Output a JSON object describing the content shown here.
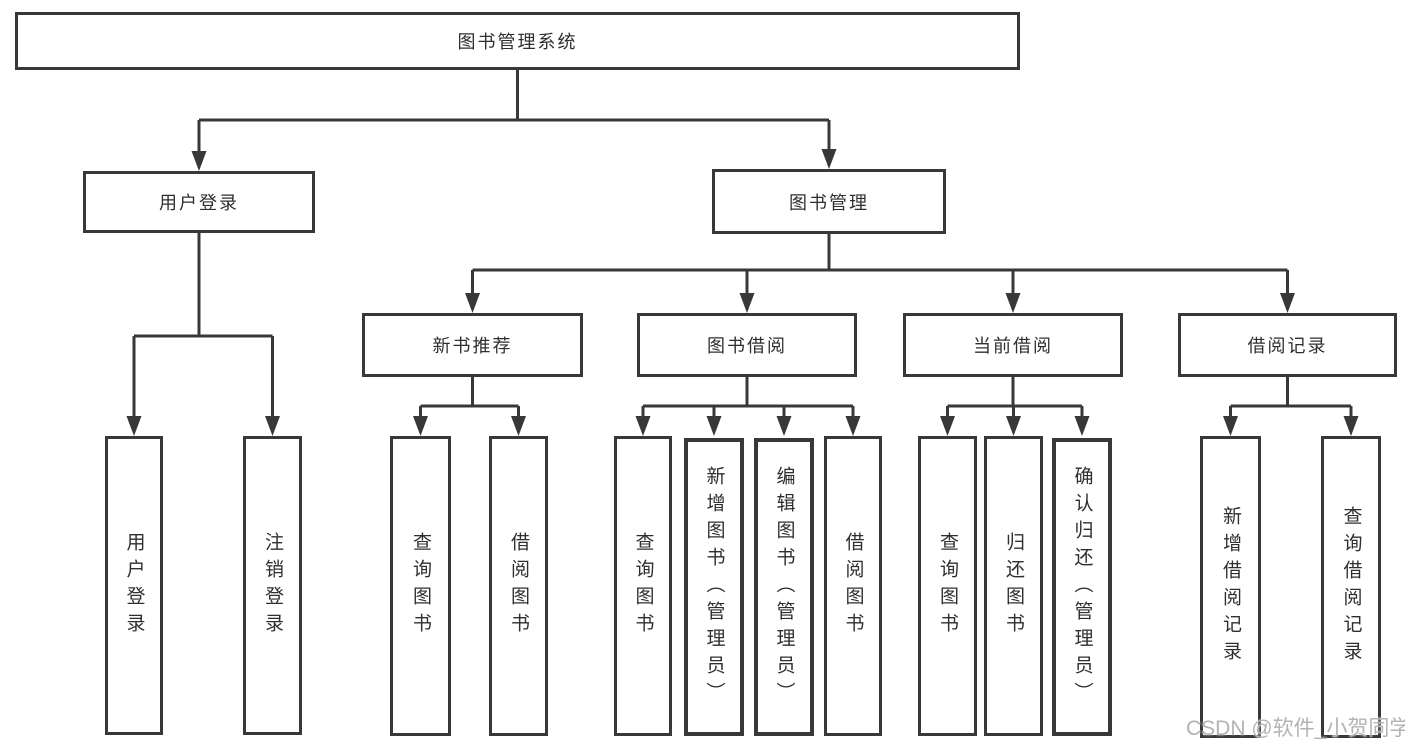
{
  "tree": {
    "root": {
      "label": "图书管理系统"
    },
    "branches": [
      {
        "label": "用户登录",
        "children": [
          {
            "label": "用户登录"
          },
          {
            "label": "注销登录"
          }
        ]
      },
      {
        "label": "图书管理",
        "children": [
          {
            "label": "新书推荐",
            "children": [
              {
                "label": "查询图书"
              },
              {
                "label": "借阅图书"
              }
            ]
          },
          {
            "label": "图书借阅",
            "children": [
              {
                "label": "查询图书"
              },
              {
                "label": "新增图书（管理员）"
              },
              {
                "label": "编辑图书（管理员）"
              },
              {
                "label": "借阅图书"
              }
            ]
          },
          {
            "label": "当前借阅",
            "children": [
              {
                "label": "查询图书"
              },
              {
                "label": "归还图书"
              },
              {
                "label": "确认归还（管理员）"
              }
            ]
          },
          {
            "label": "借阅记录",
            "children": [
              {
                "label": "新增借阅记录"
              },
              {
                "label": "查询借阅记录"
              }
            ]
          }
        ]
      }
    ]
  },
  "watermark": {
    "text": "CSDN @软件_小贺同学"
  },
  "colors": {
    "line": "#383838",
    "text": "#2f2f2f",
    "box_background": "#ffffff",
    "page_background": "#ffffff",
    "watermark": "#b3b3b3"
  }
}
